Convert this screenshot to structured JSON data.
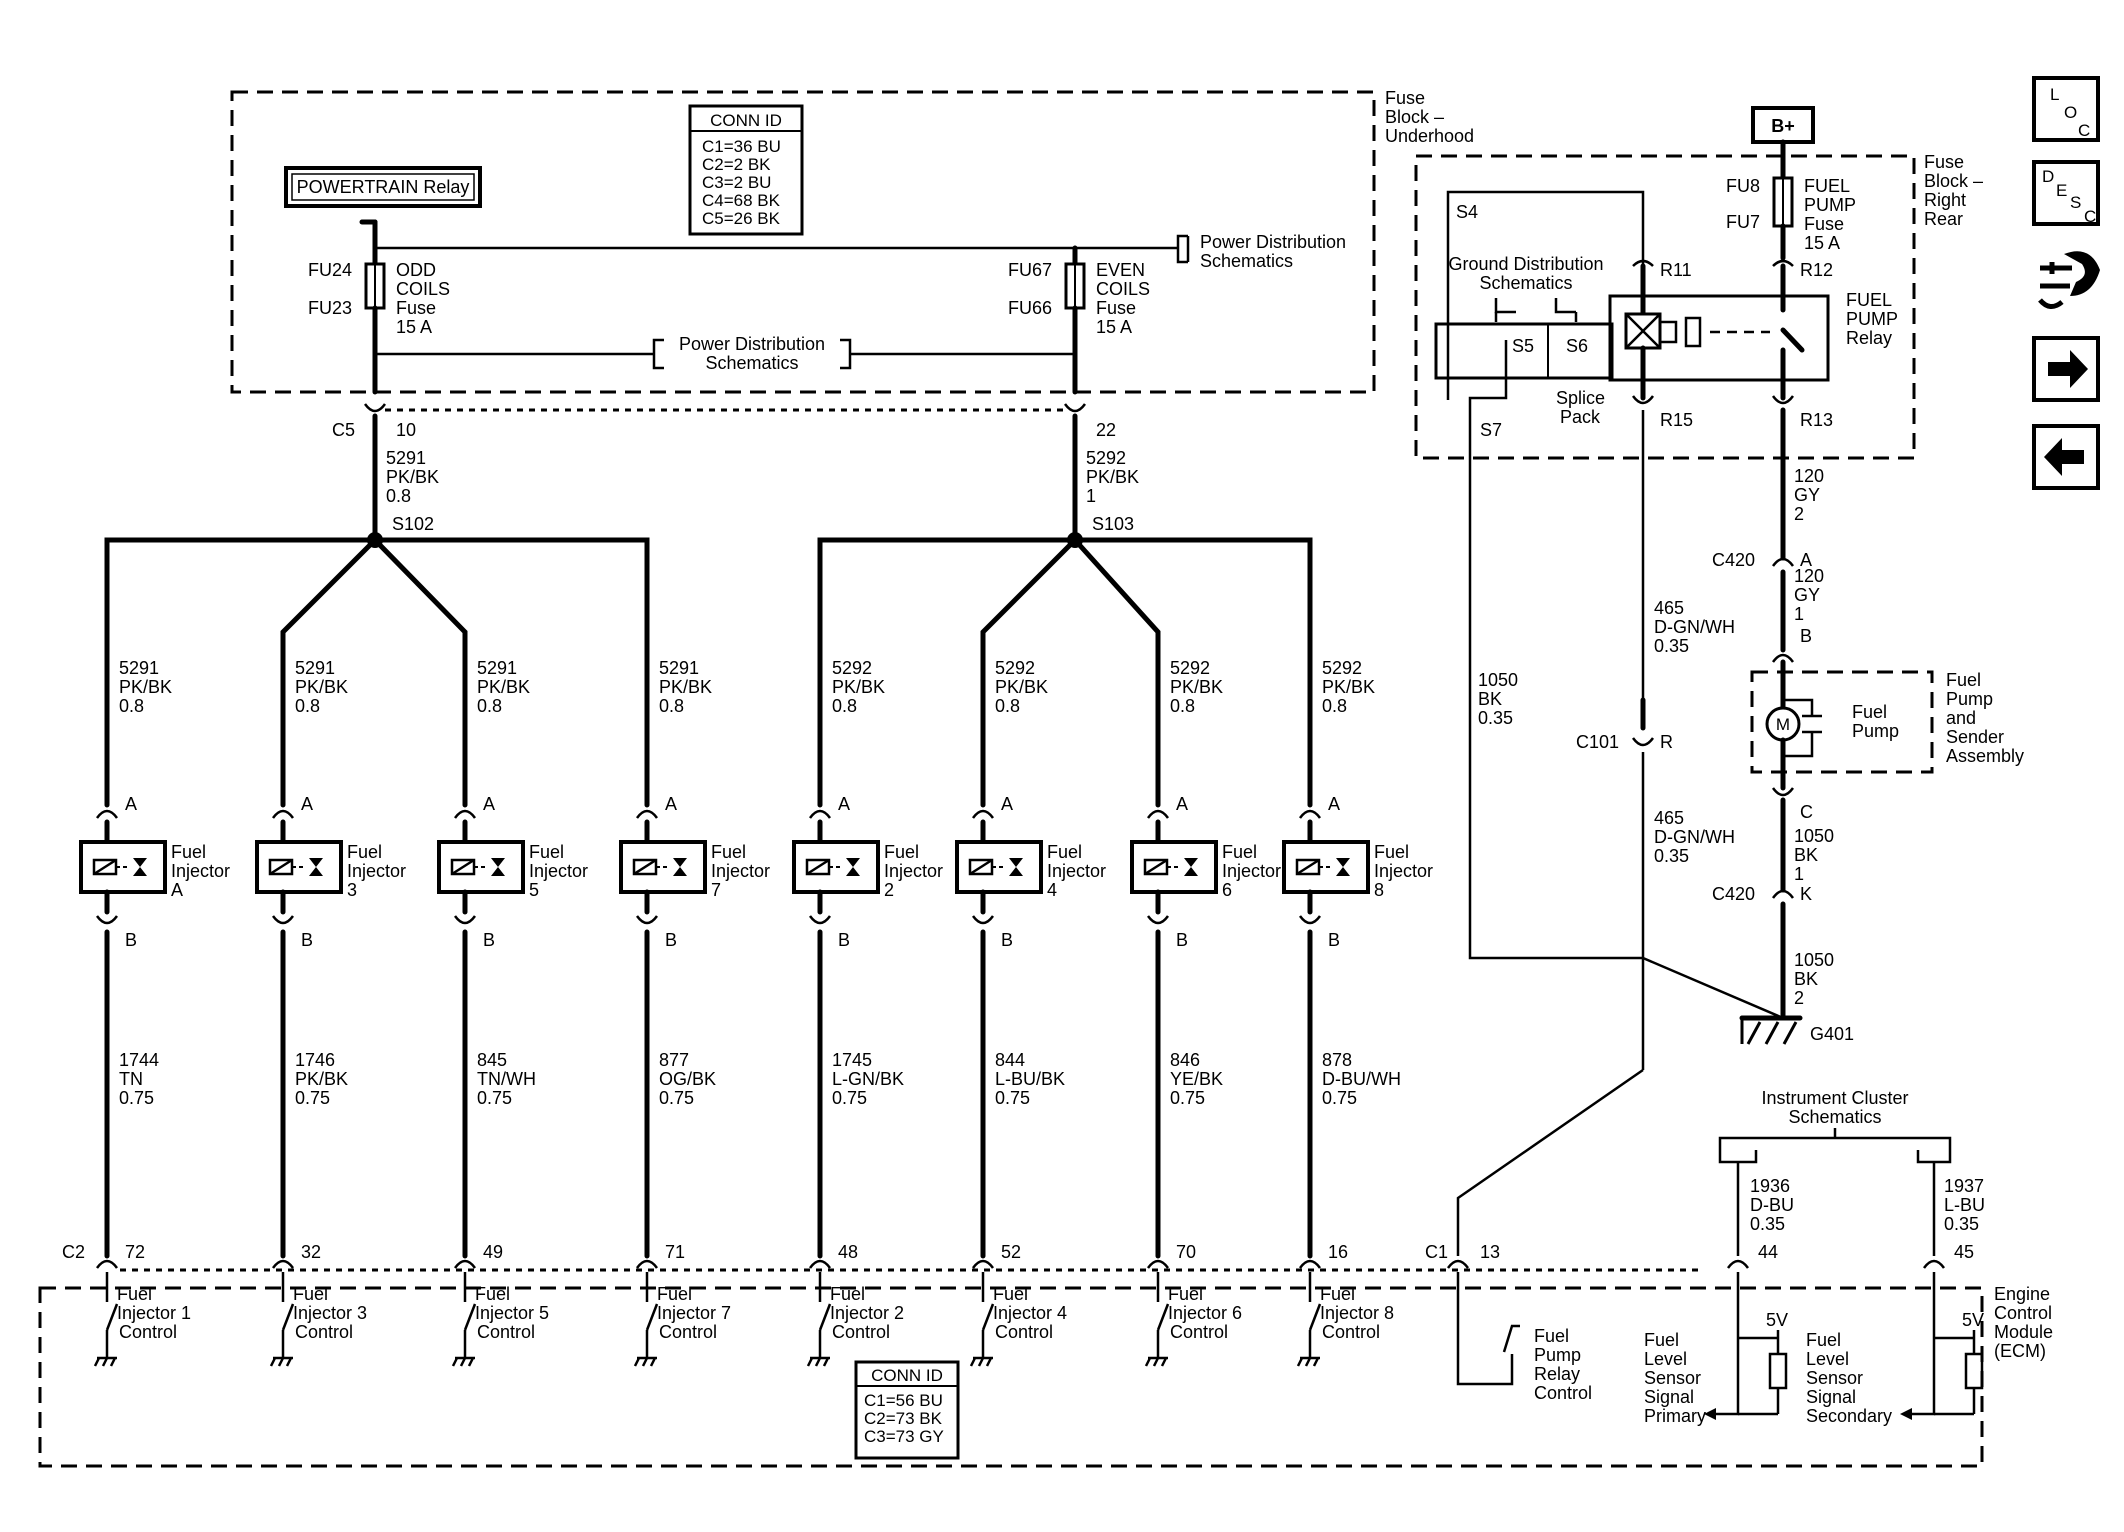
{
  "fuse_block_underhood": {
    "title": "Fuse Block – Underhood",
    "conn_id": {
      "title": "CONN ID",
      "rows": [
        "C1=36 BU",
        "C2=2 BK",
        "C3=2 BU",
        "C4=68 BK",
        "C5=26 BK"
      ]
    },
    "powertrain_relay": "POWERTRAIN Relay",
    "power_distribution": "Power Distribution Schematics",
    "odd_fuse": {
      "top": "FU24",
      "bottom": "FU23",
      "label": "ODD COILS Fuse",
      "rating": "15 A"
    },
    "even_fuse": {
      "top": "FU67",
      "bottom": "FU66",
      "label": "EVEN COILS Fuse",
      "rating": "15 A"
    }
  },
  "harness": {
    "c5": "C5",
    "pin_left": "10",
    "pin_right": "22",
    "wire_left": [
      "5291",
      "PK/BK",
      "0.8"
    ],
    "wire_right": [
      "5292",
      "PK/BK",
      "1"
    ],
    "splice_left": "S102",
    "splice_right": "S103"
  },
  "injectors": [
    {
      "name": "Fuel Injector A",
      "feed": [
        "5291",
        "PK/BK",
        "0.8"
      ],
      "ctrl": [
        "1744",
        "TN",
        "0.75"
      ],
      "pin": "72",
      "ecm": "Fuel Injector 1 Control"
    },
    {
      "name": "Fuel Injector 3",
      "feed": [
        "5291",
        "PK/BK",
        "0.8"
      ],
      "ctrl": [
        "1746",
        "PK/BK",
        "0.75"
      ],
      "pin": "32",
      "ecm": "Fuel Injector 3 Control"
    },
    {
      "name": "Fuel Injector 5",
      "feed": [
        "5291",
        "PK/BK",
        "0.8"
      ],
      "ctrl": [
        "845",
        "TN/WH",
        "0.75"
      ],
      "pin": "49",
      "ecm": "Fuel Injector 5 Control"
    },
    {
      "name": "Fuel Injector 7",
      "feed": [
        "5291",
        "PK/BK",
        "0.8"
      ],
      "ctrl": [
        "877",
        "OG/BK",
        "0.75"
      ],
      "pin": "71",
      "ecm": "Fuel Injector 7 Control"
    },
    {
      "name": "Fuel Injector 2",
      "feed": [
        "5292",
        "PK/BK",
        "0.8"
      ],
      "ctrl": [
        "1745",
        "L-GN/BK",
        "0.75"
      ],
      "pin": "48",
      "ecm": "Fuel Injector 2 Control"
    },
    {
      "name": "Fuel Injector 4",
      "feed": [
        "5292",
        "PK/BK",
        "0.8"
      ],
      "ctrl": [
        "844",
        "L-BU/BK",
        "0.75"
      ],
      "pin": "52",
      "ecm": "Fuel Injector 4 Control"
    },
    {
      "name": "Fuel Injector 6",
      "feed": [
        "5292",
        "PK/BK",
        "0.8"
      ],
      "ctrl": [
        "846",
        "YE/BK",
        "0.75"
      ],
      "pin": "70",
      "ecm": "Fuel Injector 6 Control"
    },
    {
      "name": "Fuel Injector 8",
      "feed": [
        "5292",
        "PK/BK",
        "0.8"
      ],
      "ctrl": [
        "878",
        "D-BU/WH",
        "0.75"
      ],
      "pin": "16",
      "ecm": "Fuel Injector 8 Control"
    }
  ],
  "injector_pins": {
    "a": "A",
    "b": "B"
  },
  "fuse_block_right_rear": {
    "title": "Fuse Block – Right Rear",
    "b_plus": "B+",
    "fuel_pump_fuse": {
      "top": "FU8",
      "bottom": "FU7",
      "label": "FUEL PUMP Fuse",
      "rating": "15 A"
    },
    "fuel_pump_relay": "FUEL PUMP Relay",
    "ground_distribution": "Ground Distribution Schematics",
    "splice_pack": "Splice Pack",
    "s4": "S4",
    "s5": "S5",
    "s6": "S6",
    "s7": "S7",
    "r11": "R11",
    "r12": "R12",
    "r13": "R13",
    "r15": "R15"
  },
  "pump_circuit": {
    "wire_120a": [
      "120",
      "GY",
      "2"
    ],
    "c420": "C420",
    "pin_a": "A",
    "wire_120b": [
      "120",
      "GY",
      "1"
    ],
    "pin_b": "B",
    "pump_label": "Fuel Pump",
    "assembly": "Fuel Pump and Sender Assembly",
    "pin_c": "C",
    "wire_1050a": [
      "1050",
      "BK",
      "1"
    ],
    "pin_k": "K",
    "wire_1050b": [
      "1050",
      "BK",
      "2"
    ],
    "ground": "G401",
    "relay_wire_top": [
      "465",
      "D-GN/WH",
      "0.35"
    ],
    "c101": "C101",
    "pin_r": "R",
    "relay_wire_bottom": [
      "465",
      "D-GN/WH",
      "0.35"
    ],
    "ground_wire": [
      "1050",
      "BK",
      "0.35"
    ]
  },
  "instrument_cluster": "Instrument Cluster Schematics",
  "sensor_wires": {
    "primary": [
      "1936",
      "D-BU",
      "0.35"
    ],
    "secondary": [
      "1937",
      "L-BU",
      "0.35"
    ]
  },
  "ecm": {
    "title": "Engine Control Module (ECM)",
    "c2": "C2",
    "c1": "C1",
    "pin_13": "13",
    "pin_44": "44",
    "pin_45": "45",
    "relay_control": "Fuel Pump Relay Control",
    "primary": "Fuel Level Sensor Signal Primary",
    "secondary": "Fuel Level Sensor Signal Secondary",
    "five_v": "5V",
    "conn_id": {
      "title": "CONN ID",
      "rows": [
        "C1=56 BU",
        "C2=73 BK",
        "C3=73 GY"
      ]
    }
  },
  "nav": {
    "loc": [
      "L",
      "O",
      "C"
    ],
    "desc": [
      "D",
      "E",
      "S",
      "C"
    ]
  }
}
